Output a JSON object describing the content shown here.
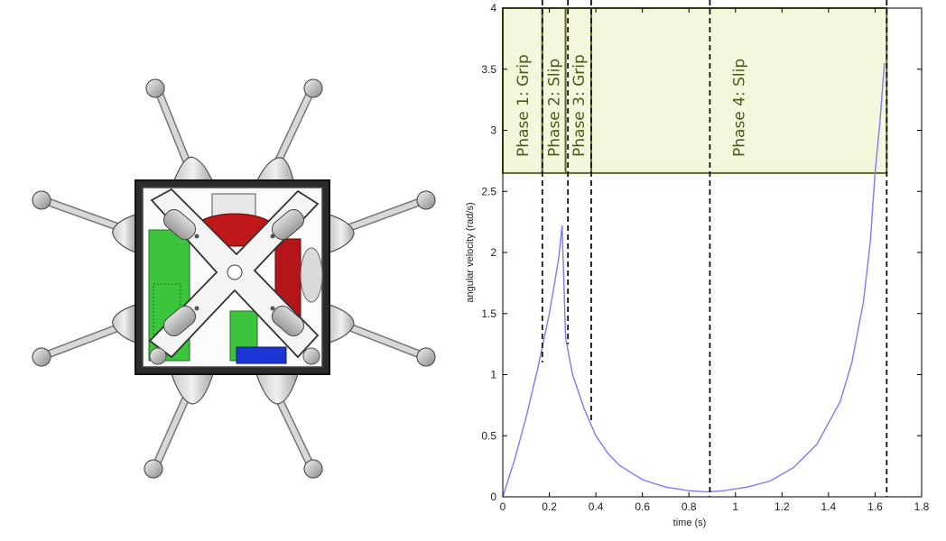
{
  "figure": {
    "left_panel": {
      "icon": "robot-hopper-render-icon"
    }
  },
  "colors": {
    "curve": "#7b7bff",
    "phase_fill": "#f5f7dc",
    "phase_border": "#5a6b2a",
    "phase_text": "#4a5a1c",
    "dashed": "#111111"
  },
  "chart_data": {
    "type": "line",
    "xlabel": "time (s)",
    "ylabel": "angular velocity (rad/s)",
    "xlim": [
      0,
      1.8
    ],
    "ylim": [
      0,
      4
    ],
    "xticks": [
      0,
      0.2,
      0.4,
      0.6,
      0.8,
      1,
      1.2,
      1.4,
      1.6,
      1.8
    ],
    "xtick_labels": [
      "0",
      "0.2",
      "0.4",
      "0.6",
      "0.8",
      "1",
      "1.2",
      "1.4",
      "1.6",
      "1.8"
    ],
    "yticks": [
      0,
      0.5,
      1,
      1.5,
      2,
      2.5,
      3,
      3.5,
      4
    ],
    "ytick_labels": [
      "0",
      "0.5",
      "1",
      "1.5",
      "2",
      "2.5",
      "3",
      "3.5",
      "4"
    ],
    "grid": false,
    "series": [
      {
        "x": [
          0,
          0.05,
          0.1,
          0.15,
          0.2,
          0.24,
          0.255,
          0.27,
          0.3,
          0.35,
          0.4,
          0.45,
          0.5,
          0.6,
          0.7,
          0.8,
          0.88,
          0.95,
          1.05,
          1.15,
          1.25,
          1.35,
          1.45,
          1.5,
          1.55,
          1.58,
          1.6,
          1.62,
          1.64
        ],
        "y": [
          0,
          0.3,
          0.65,
          1.05,
          1.5,
          1.95,
          2.22,
          1.3,
          1.0,
          0.72,
          0.5,
          0.36,
          0.26,
          0.14,
          0.08,
          0.05,
          0.04,
          0.05,
          0.08,
          0.13,
          0.24,
          0.43,
          0.78,
          1.1,
          1.6,
          2.1,
          2.65,
          3.05,
          3.55
        ]
      }
    ],
    "phases": [
      {
        "label": "Phase 1: Grip",
        "start": 0,
        "end": 0.17
      },
      {
        "label": "Phase 2: Slip",
        "start": 0.17,
        "end": 0.27
      },
      {
        "label": "Phase 3: Grip",
        "start": 0.27,
        "end": 0.38
      },
      {
        "label": "Phase 4: Slip",
        "start": 0.38,
        "end": 1.65
      }
    ],
    "phase_band": [
      2.65,
      4
    ],
    "dashed_lines": [
      {
        "x": 0.17,
        "y_bottom": 1.1
      },
      {
        "x": 0.28,
        "y_bottom": 1.25
      },
      {
        "x": 0.38,
        "y_bottom": 0.62
      },
      {
        "x": 0.89,
        "y_bottom": 0
      },
      {
        "x": 1.65,
        "y_bottom": 0
      }
    ]
  }
}
